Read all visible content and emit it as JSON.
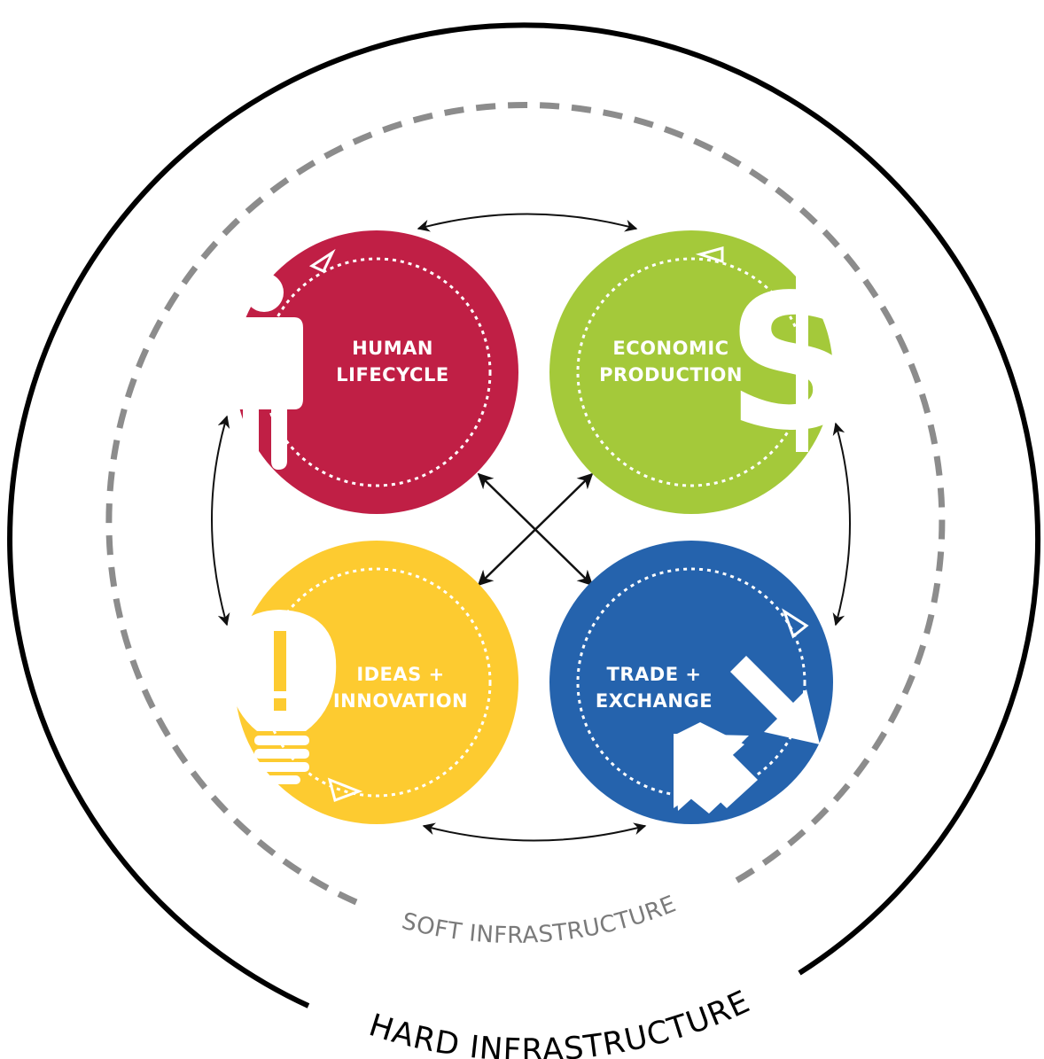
{
  "rings": {
    "hard": {
      "label": "HARD INFRASTRUCTURE",
      "color": "#000000"
    },
    "soft": {
      "label": "SOFT INFRASTRUCTURE",
      "color": "#8c8c8c"
    }
  },
  "nodes": [
    {
      "id": "human",
      "line1": "HUMAN",
      "line2": "LIFECYCLE",
      "color": "#c01f45",
      "icon": "person-icon"
    },
    {
      "id": "economic",
      "line1": "ECONOMIC",
      "line2": "PRODUCTION",
      "color": "#a4c93a",
      "icon": "dollar-icon"
    },
    {
      "id": "ideas",
      "line1": "IDEAS +",
      "line2": "INNOVATION",
      "color": "#fdcb30",
      "icon": "lightbulb-icon"
    },
    {
      "id": "trade",
      "line1": "TRADE +",
      "line2": "EXCHANGE",
      "color": "#2563ad",
      "icon": "exchange-arrows-icon"
    }
  ],
  "connections": [
    {
      "from": "human",
      "to": "economic",
      "type": "bidirectional"
    },
    {
      "from": "economic",
      "to": "trade",
      "type": "bidirectional"
    },
    {
      "from": "trade",
      "to": "ideas",
      "type": "bidirectional"
    },
    {
      "from": "ideas",
      "to": "human",
      "type": "bidirectional"
    },
    {
      "from": "human",
      "to": "trade",
      "type": "bidirectional"
    },
    {
      "from": "economic",
      "to": "ideas",
      "type": "bidirectional"
    }
  ]
}
